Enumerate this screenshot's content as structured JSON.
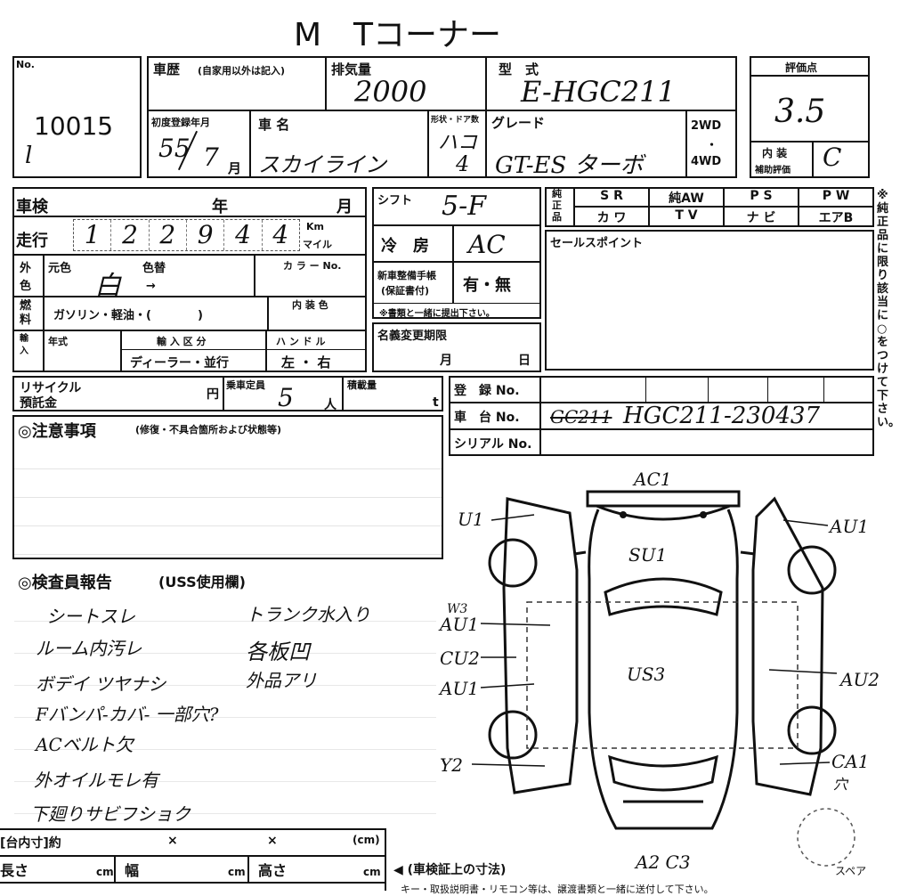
{
  "header": {
    "title": "M　Tコーナー"
  },
  "lot": {
    "no_label": "No.",
    "no_value": "10015",
    "sub_mark": "l"
  },
  "history": {
    "label": "車歴",
    "note": "(自家用以外は記入)"
  },
  "displacement": {
    "label": "排気量",
    "value": "2000"
  },
  "model": {
    "label": "型　式",
    "value": "E-HGC211"
  },
  "score": {
    "label": "評価点",
    "value": "3.5"
  },
  "interior_score": {
    "label_top": "内 装",
    "label_bottom": "補助評価",
    "value": "C"
  },
  "first_reg": {
    "label": "初度登録年月",
    "value": "55",
    "month": "7",
    "month_unit": "月"
  },
  "car_name": {
    "label": "車 名",
    "value": "スカイライン"
  },
  "body_type": {
    "label": "形状・ドア数",
    "value": "ハコ",
    "doors": "4"
  },
  "grade": {
    "label": "グレード",
    "value": "GT-ES ターボ"
  },
  "drive": {
    "wd2": "2WD",
    "dot": "・",
    "wd4": "4WD"
  },
  "inspection": {
    "label": "車検",
    "year": "年",
    "month": "月"
  },
  "mileage": {
    "label": "走行",
    "digits": [
      "1",
      "2",
      "2",
      "9",
      "4",
      "4"
    ],
    "unit_top": "Km",
    "unit_bottom": "マイル"
  },
  "shift": {
    "label": "シフト",
    "value": "5-F"
  },
  "aircon": {
    "label": "冷　房",
    "value": "AC"
  },
  "genuine": {
    "label": "純正品",
    "items": [
      [
        "S R",
        "純AW",
        "P S",
        "P W"
      ],
      [
        "カ ワ",
        "T V",
        "ナ ビ",
        "エアB"
      ]
    ]
  },
  "sales_point": {
    "label": "セールスポイント"
  },
  "side_note": "※純正品に限り該当に○をつけて下さい。",
  "exterior": {
    "label": "外色",
    "original": "元色",
    "original_value": "白",
    "change": "色替",
    "arrow": "→",
    "color_no": "カ ラ ー No."
  },
  "manual": {
    "label": "新車整備手帳",
    "sub": "(保証書付)",
    "value": "有・無",
    "note": "※書類と一緒に提出下さい。"
  },
  "fuel": {
    "label": "燃料",
    "options": "ガソリン・軽油・(　　　　)",
    "interior_color": "内 装 色"
  },
  "import": {
    "label": "輸入",
    "year_label": "年式",
    "class_label": "輸 入 区 分",
    "class_value": "ディーラー・並行",
    "handle_label": "ハ ン ド ル",
    "handle_value": "左 ・ 右"
  },
  "name_change": {
    "label": "名義変更期限",
    "month": "月",
    "day": "日"
  },
  "recycle": {
    "label": "リサイクル",
    "sub": "預託金",
    "yen": "円"
  },
  "capacity": {
    "label": "乗車定員",
    "value": "5",
    "unit": "人"
  },
  "load": {
    "label": "積載量",
    "unit": "t"
  },
  "registration": {
    "reg_label": "登　録 No.",
    "chassis_label": "車　台 No.",
    "chassis_struck": "GC211",
    "chassis_value": "HGC211-230437",
    "serial_label": "シリアル No."
  },
  "caution": {
    "label": "◎注意事項",
    "note": "(修復・不具合箇所および状態等)"
  },
  "inspector": {
    "label": "◎検査員報告",
    "note": "(USS使用欄)",
    "left": [
      "シートスレ",
      "ルーム内汚レ",
      "ボデイ ツヤナシ",
      "Fバンパ-カバ- 一部穴?",
      "ACベルト欠",
      "外オイルモレ有",
      "下廻りサビフショク"
    ],
    "right": [
      "トランク水入り",
      "各板凹",
      "外品アリ"
    ]
  },
  "diagram": {
    "labels": [
      "AC1",
      "U1",
      "AU1",
      "SU1",
      "W3",
      "AU1",
      "CU2",
      "AU1",
      "US3",
      "AU2",
      "Y2",
      "CA1",
      "穴",
      "A2 C3"
    ],
    "spare": "スペア"
  },
  "dims": {
    "label": "[台内寸]約",
    "x1": "×",
    "x2": "×",
    "unit": "(cm)",
    "length": "長さ",
    "width": "幅",
    "height": "高さ",
    "cm": "cm",
    "vehicle_label": "◀ (車検証上の寸法)"
  },
  "footer": {
    "text": "キー・取扱説明書・リモコン等は、譲渡書類と一緒に送付して下さい。"
  }
}
